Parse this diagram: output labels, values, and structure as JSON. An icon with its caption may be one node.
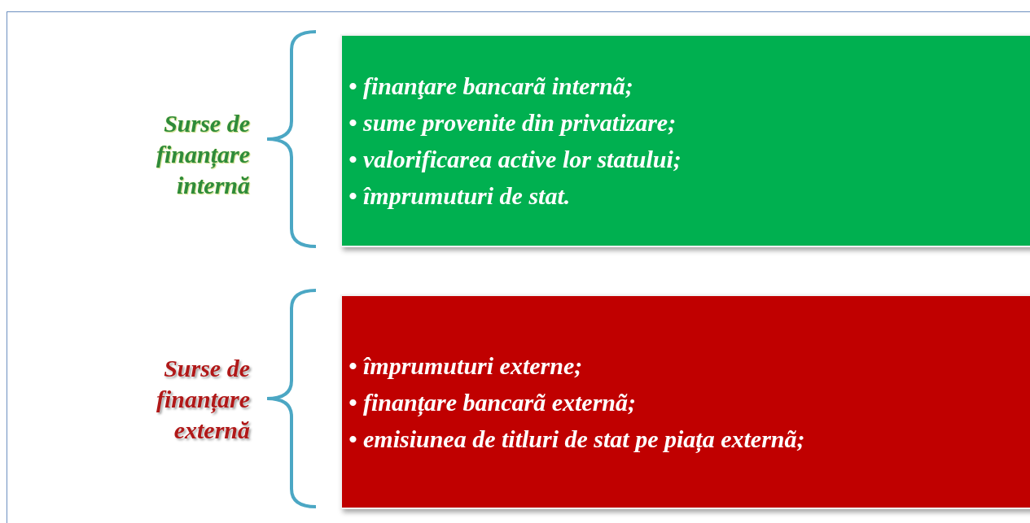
{
  "diagram": {
    "nodes": [
      {
        "text": [
          "Surse de finanțare internă",
          "• finanţare bancarã internã;",
          "• sume provenite din privatizare;",
          "• valorificarea active lor statului;",
          "• împrumuturi de stat."
        ]
      },
      {
        "text": [
          "Surse de finanțare externă",
          "• împrumuturi externe;",
          "• finanțare bancarã externã;",
          "• emisiunea de titluri de stat pe piața externã;"
        ]
      }
    ]
  }
}
